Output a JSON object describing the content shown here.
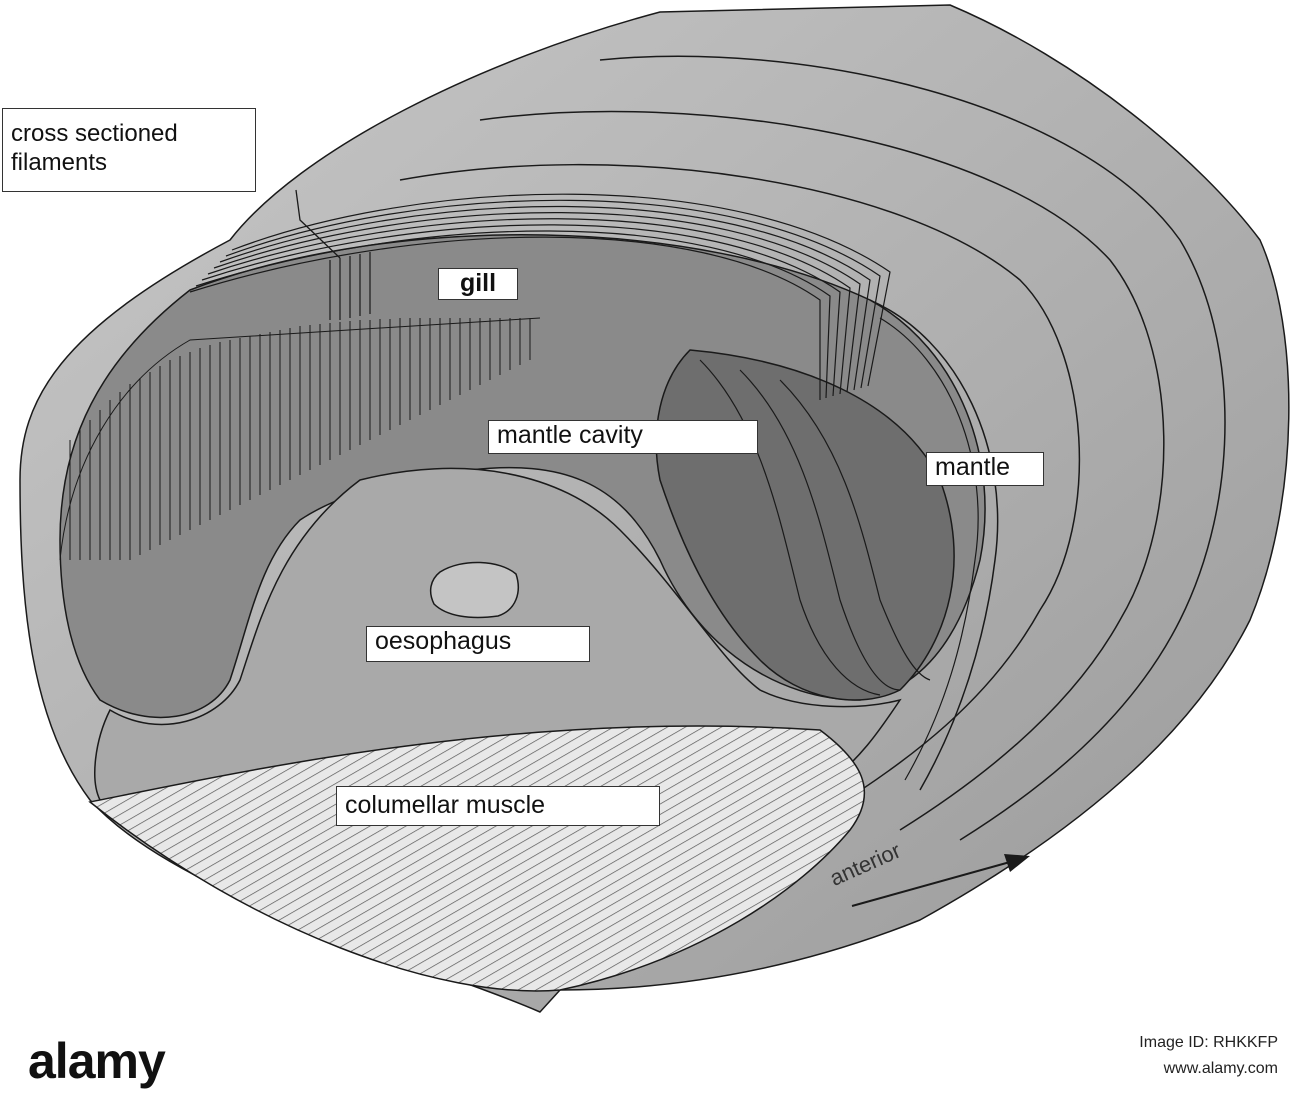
{
  "labels": {
    "cross_sectioned": "cross sectioned filaments",
    "gill": "gill",
    "mantle_cavity": "mantle cavity",
    "mantle": "mantle",
    "oesophagus": "oesophagus",
    "columellar_muscle": "columellar muscle",
    "anterior": "anterior"
  },
  "footer": {
    "brand": "alamy",
    "image_id": "Image ID: RHKKFP",
    "url": "www.alamy.com"
  },
  "colors": {
    "outer_body": "#b5b5b5",
    "mid_body": "#9c9c9c",
    "dark_cavity": "#707070",
    "light_cavity": "#8a8a8a",
    "lines": "#1a1a1a"
  }
}
